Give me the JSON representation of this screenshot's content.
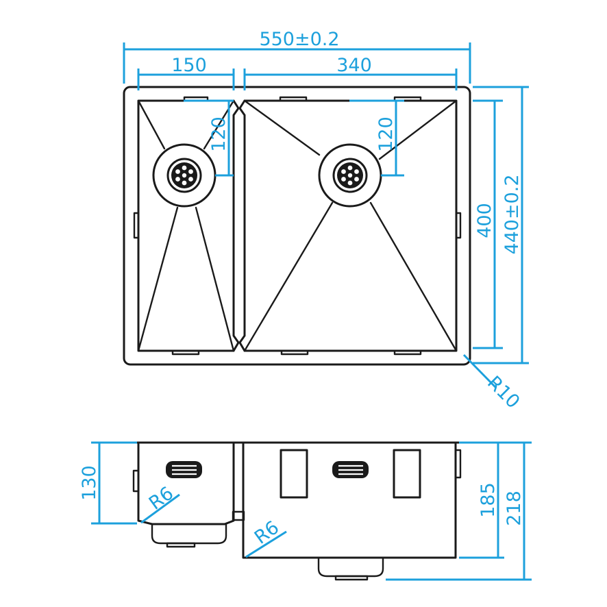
{
  "colors": {
    "dimension": "#1ca0dc",
    "outline": "#1a1a1a",
    "background": "#ffffff"
  },
  "dimensions": {
    "overall_width": "550±0.2",
    "small_bowl_width": "150",
    "large_bowl_width": "340",
    "small_drain_offset": "120",
    "large_drain_offset": "120",
    "bowl_length": "400",
    "overall_length": "440±0.2",
    "corner_radius": "R10",
    "small_bowl_depth": "130",
    "small_bowl_radius": "R6",
    "large_bowl_radius": "R6",
    "large_bowl_depth": "185",
    "overall_depth": "218"
  }
}
